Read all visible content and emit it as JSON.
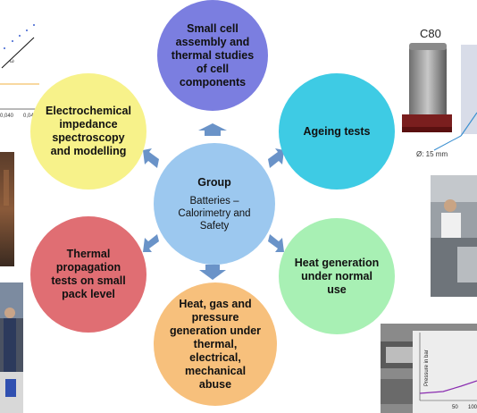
{
  "center": {
    "title": "Group",
    "subtitle_line1": "Batteries –",
    "subtitle_line2": "Calorimetry and",
    "subtitle_line3": "Safety",
    "color": "#9cc8ef"
  },
  "nodes": [
    {
      "id": "small-cell",
      "lines": [
        "Small cell",
        "assembly and",
        "thermal studies",
        "of cell",
        "components"
      ],
      "color": "#7b7ee0"
    },
    {
      "id": "ageing",
      "lines": [
        "Ageing tests"
      ],
      "color": "#3ecbe4"
    },
    {
      "id": "heat-generation",
      "lines": [
        "Heat generation",
        "under normal",
        "use"
      ],
      "color": "#a8f0b4"
    },
    {
      "id": "heat-gas",
      "lines": [
        "Heat, gas and",
        "pressure",
        "generation under",
        "thermal,",
        "electrical,",
        "mechanical",
        "abuse"
      ],
      "color": "#f7c07c"
    },
    {
      "id": "thermal-propagation",
      "lines": [
        "Thermal",
        "propagation",
        "tests on small",
        "pack level"
      ],
      "color": "#e06e73"
    },
    {
      "id": "eis",
      "lines": [
        "Electrochemical",
        "impedance",
        "spectroscopy",
        "and modelling"
      ],
      "color": "#f7f28a"
    }
  ],
  "photos": {
    "c80_title": "C80",
    "c80_diameter": "Ø: 15 mm",
    "chart_ticks": [
      "0,040",
      "0,04"
    ],
    "pressure_axis_label": "Pressure in bar",
    "pressure_ticks": [
      "50",
      "100"
    ]
  },
  "arrow_color": "#6a93c8"
}
